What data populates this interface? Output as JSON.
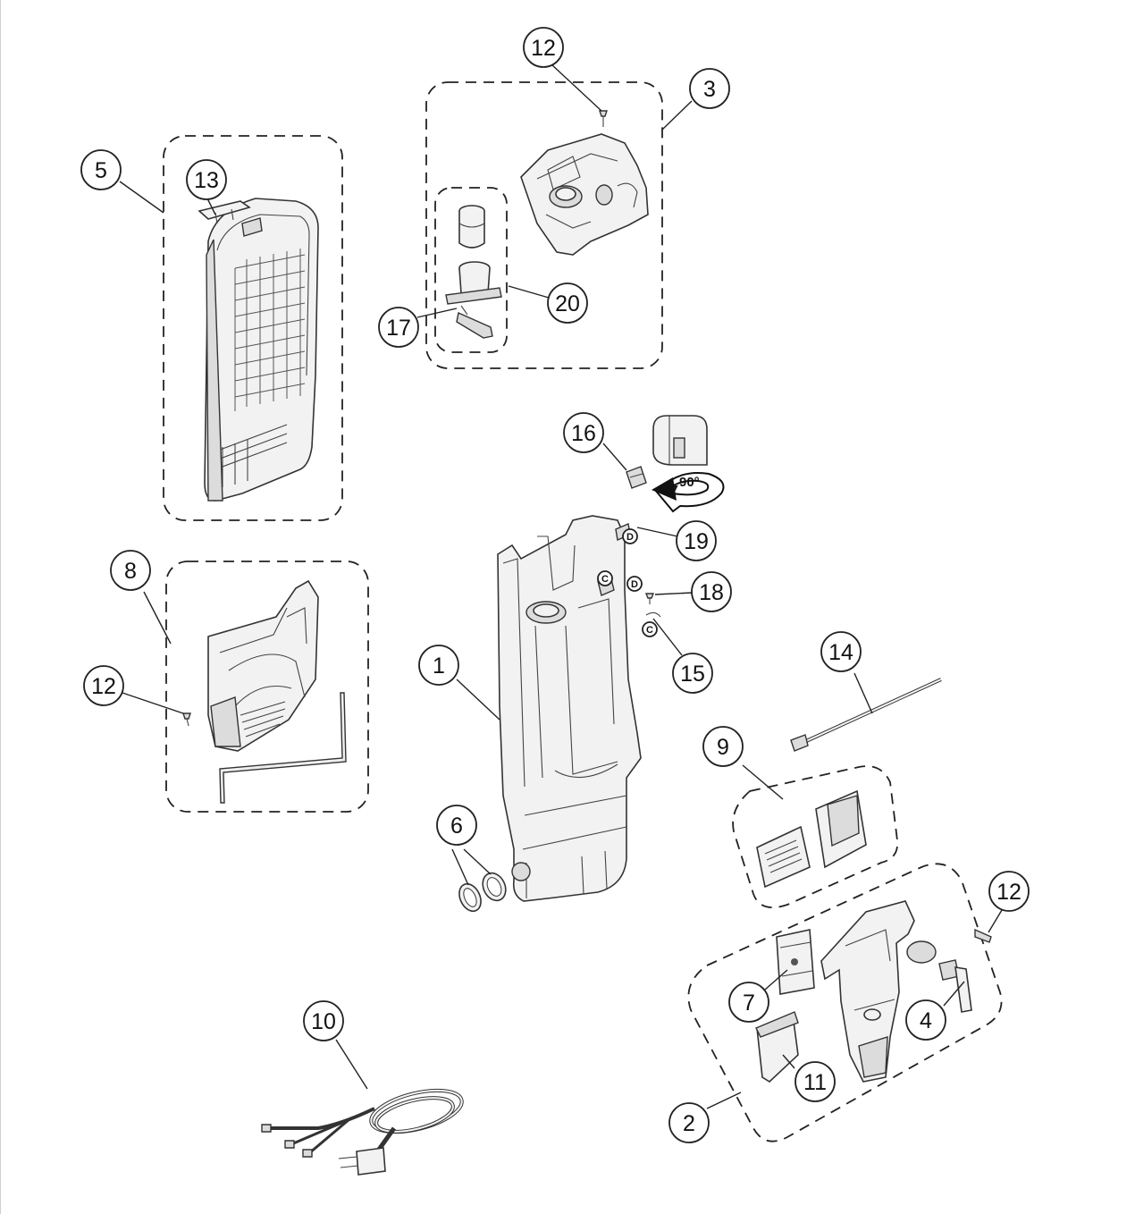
{
  "diagram": {
    "callouts": [
      "1",
      "2",
      "3",
      "4",
      "5",
      "6",
      "7",
      "8",
      "9",
      "10",
      "11",
      "12",
      "13",
      "14",
      "15",
      "16",
      "17",
      "18",
      "19",
      "20"
    ],
    "repeat_callout": "12",
    "rotation_label": "90°",
    "connector_tags": {
      "c": "C",
      "d": "D"
    },
    "line_color": "#222222",
    "part_fill": "#f2f2f2"
  }
}
